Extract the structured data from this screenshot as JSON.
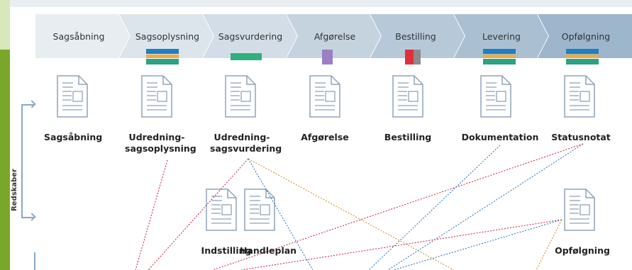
{
  "stages": [
    {
      "label": "Sagsåbning"
    },
    {
      "label": "Sagsoplysning"
    },
    {
      "label": "Sagsvurdering"
    },
    {
      "label": "Afgørelse"
    },
    {
      "label": "Bestilling"
    },
    {
      "label": "Levering"
    },
    {
      "label": "Opfølgning"
    }
  ],
  "side_label": "Redskaber",
  "top_documents": [
    {
      "label": "Sagsåbning"
    },
    {
      "label": "Udredning-\nsagsoplysning"
    },
    {
      "label": "Udredning-\nsagsvurdering"
    },
    {
      "label": "Afgørelse"
    },
    {
      "label": "Bestilling"
    },
    {
      "label": "Dokumentation"
    },
    {
      "label": "Statusnotat"
    }
  ],
  "bottom_documents": [
    {
      "label": "Indstilling"
    },
    {
      "label": "Handleplan"
    },
    {
      "label": "Opfølgning"
    }
  ],
  "colors": {
    "chevron_start": "#e8eef3",
    "chevron_end": "#9bb4cb",
    "doc_stroke": "#8fa4b8",
    "line_red": "#d0163a",
    "line_blue": "#1d6fb5",
    "line_orange": "#d08a1a"
  }
}
